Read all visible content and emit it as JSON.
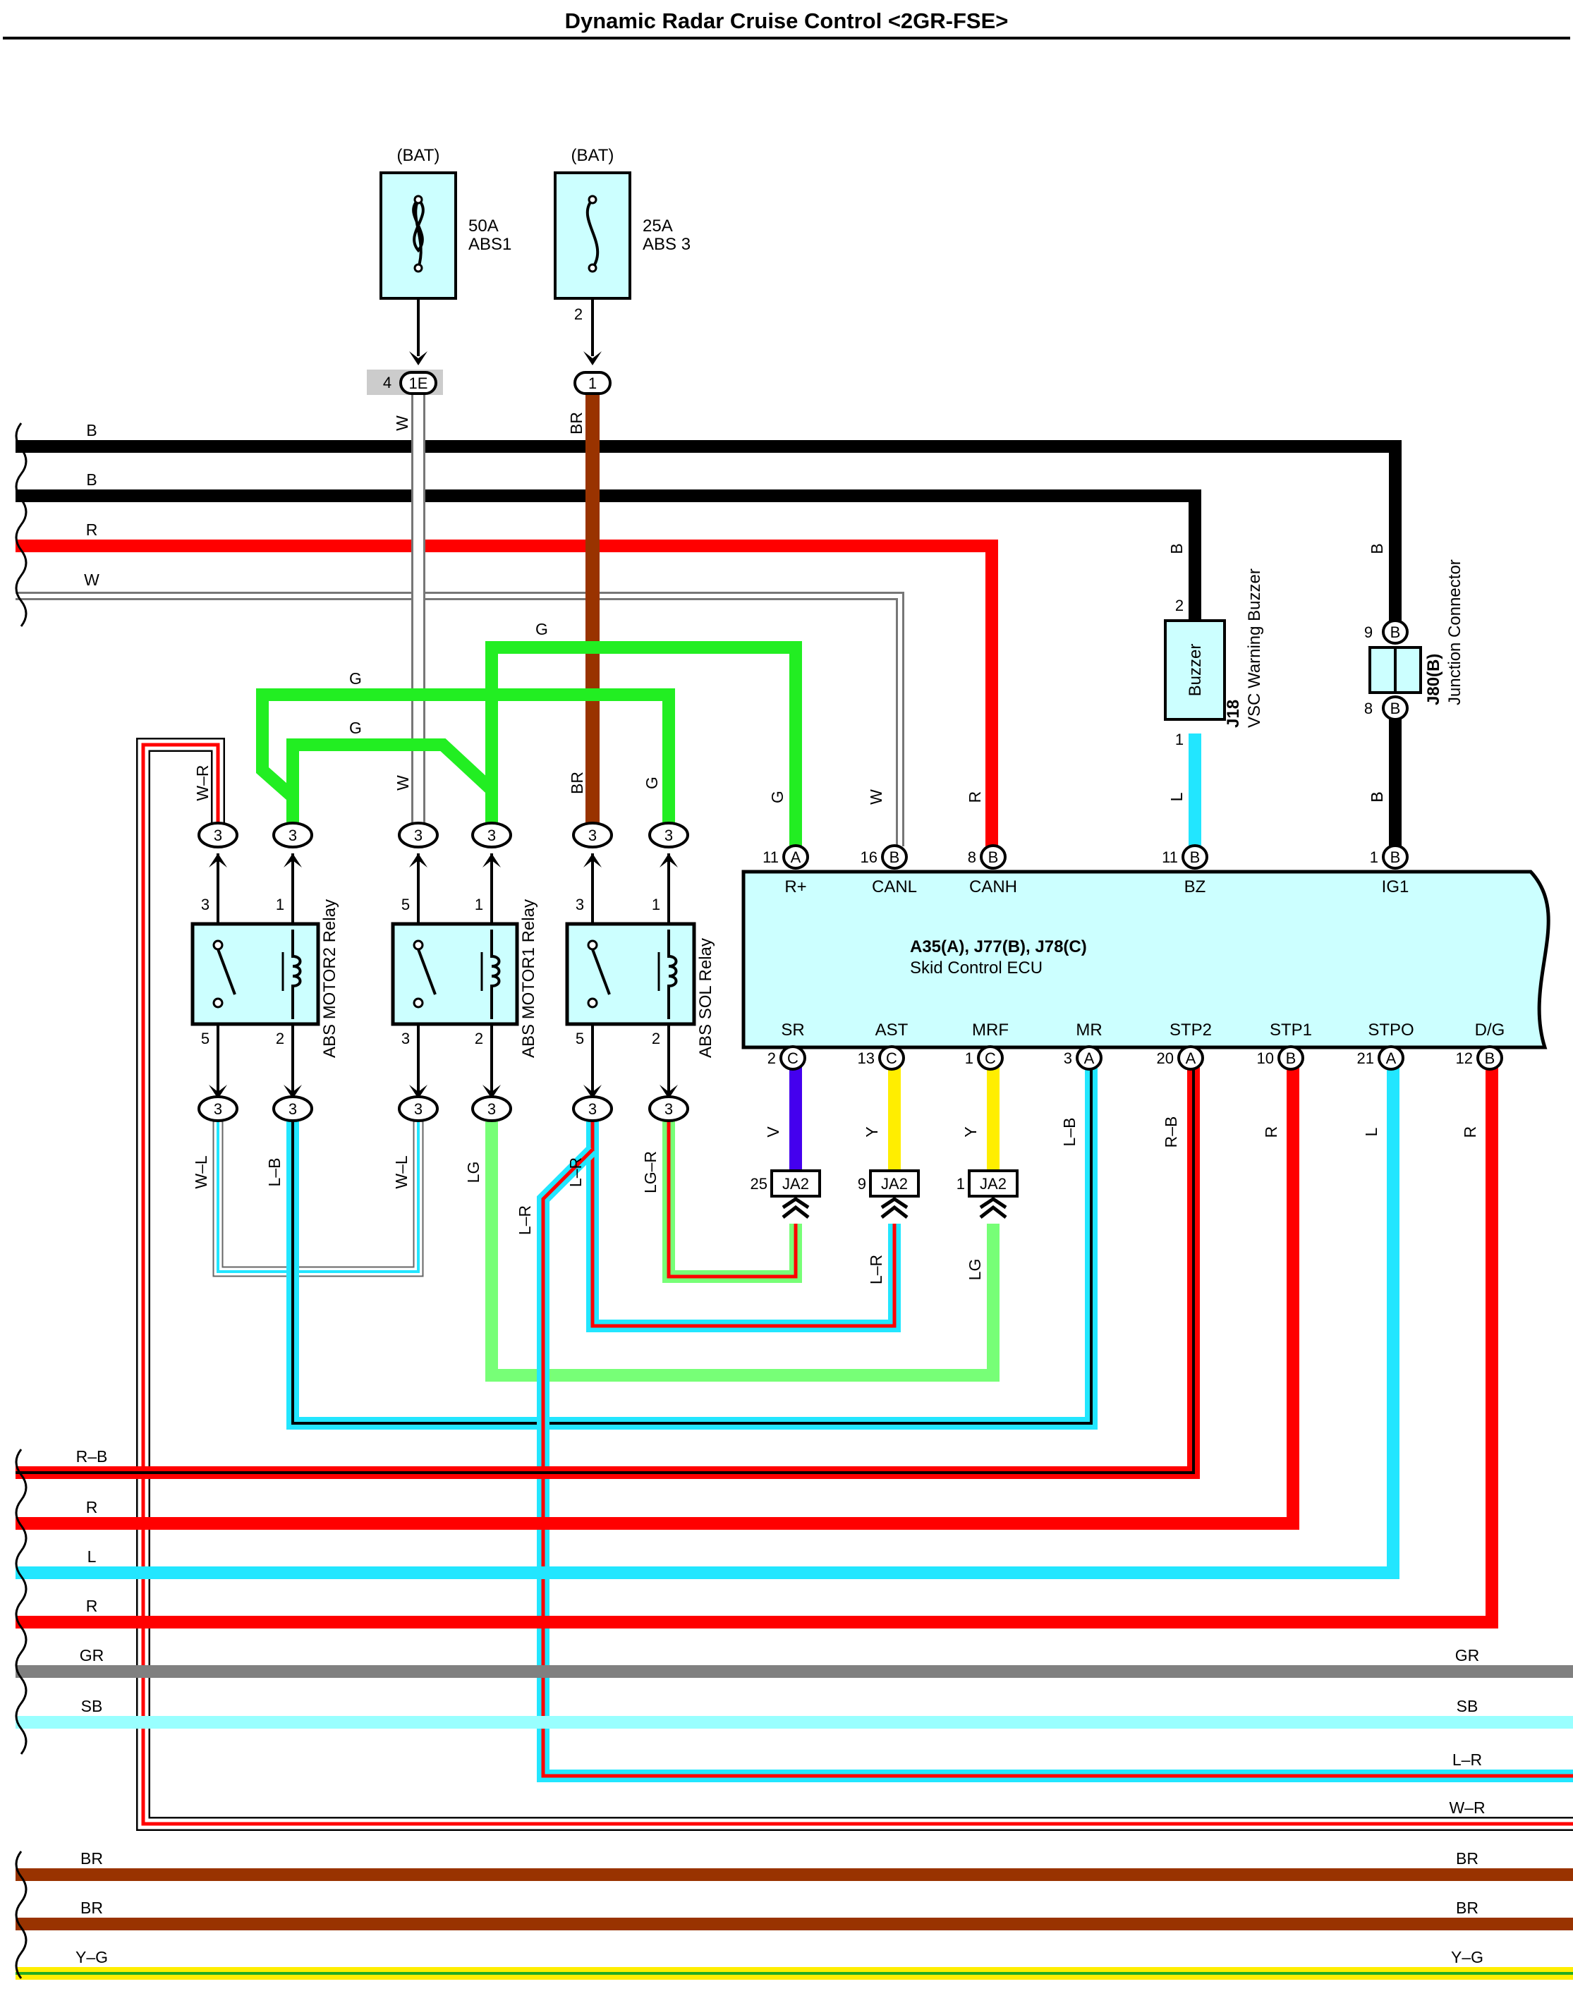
{
  "title": "Dynamic Radar Cruise Control <2GR-FSE>",
  "colors": {
    "B": "#000000",
    "R": "#ff0000",
    "W": "#ffffff",
    "G": "#22ee22",
    "BR": "#993300",
    "L": "#22e6ff",
    "V": "#4400ee",
    "Y": "#ffee00",
    "LG": "#77ff77",
    "GR": "#808080",
    "SB": "#99ffff",
    "YG": "#ffee00",
    "box": "#ccffff"
  },
  "fuses": [
    {
      "source": "(BAT)",
      "rating": "50A",
      "name": "ABS1",
      "pin": "4",
      "connector": "1E"
    },
    {
      "source": "(BAT)",
      "rating": "25A",
      "name": "ABS 3",
      "pin": "2",
      "connector": "1"
    }
  ],
  "left_wire_labels": [
    "B",
    "B",
    "R",
    "W",
    "R–B",
    "R",
    "L",
    "R",
    "GR",
    "SB",
    "BR",
    "BR",
    "Y–G"
  ],
  "right_wire_labels": [
    "GR",
    "SB",
    "L–R",
    "W–R",
    "BR",
    "BR",
    "Y–G"
  ],
  "relays": [
    {
      "name": "ABS MOTOR2 Relay",
      "pins": [
        "3",
        "1",
        "5",
        "2"
      ],
      "top_conn": [
        "3",
        "3"
      ],
      "bottom_conn": [
        "3",
        "3"
      ],
      "top_wires": [
        "W–R",
        ""
      ],
      "bottom_wires": [
        "W–L",
        "L–B"
      ]
    },
    {
      "name": "ABS MOTOR1 Relay",
      "pins": [
        "5",
        "1",
        "3",
        "2"
      ],
      "top_conn": [
        "3",
        "3"
      ],
      "bottom_conn": [
        "3",
        "3"
      ],
      "top_wires": [
        "W",
        ""
      ],
      "bottom_wires": [
        "W–L",
        "LG"
      ]
    },
    {
      "name": "ABS SOL Relay",
      "pins": [
        "3",
        "1",
        "5",
        "2"
      ],
      "top_conn": [
        "3",
        "3"
      ],
      "bottom_conn": [
        "3",
        "3"
      ],
      "top_wires": [
        "BR",
        "G"
      ],
      "bottom_wires": [
        "L–R",
        "LG–R"
      ]
    }
  ],
  "wire_labels": {
    "g1": "G",
    "g2": "G",
    "g3": "G",
    "w_fuse": "W",
    "br_fuse": "BR",
    "l_r_mid": "L–R",
    "l_r_ja2": "L–R",
    "lg_ja2": "LG"
  },
  "ecu": {
    "title": "A35(A), J77(B), J78(C)",
    "name": "Skid Control ECU",
    "top_pins": [
      {
        "wire": "G",
        "num": "11",
        "conn": "A",
        "label": "R+"
      },
      {
        "wire": "W",
        "num": "16",
        "conn": "B",
        "label": "CANL"
      },
      {
        "wire": "R",
        "num": "8",
        "conn": "B",
        "label": "CANH"
      },
      {
        "wire": "L",
        "num": "11",
        "conn": "B",
        "label": "BZ"
      },
      {
        "wire": "B",
        "num": "1",
        "conn": "B",
        "label": "IG1"
      }
    ],
    "bottom_pins": [
      {
        "wire": "V",
        "num": "2",
        "conn": "C",
        "label": "SR"
      },
      {
        "wire": "Y",
        "num": "13",
        "conn": "C",
        "label": "AST"
      },
      {
        "wire": "Y",
        "num": "1",
        "conn": "C",
        "label": "MRF"
      },
      {
        "wire": "L–B",
        "num": "3",
        "conn": "A",
        "label": "MR"
      },
      {
        "wire": "R–B",
        "num": "20",
        "conn": "A",
        "label": "STP2"
      },
      {
        "wire": "R",
        "num": "10",
        "conn": "B",
        "label": "STP1"
      },
      {
        "wire": "L",
        "num": "21",
        "conn": "A",
        "label": "STPO"
      },
      {
        "wire": "R",
        "num": "12",
        "conn": "B",
        "label": "D/G"
      }
    ]
  },
  "ja2": [
    {
      "num": "25",
      "label": "JA2"
    },
    {
      "num": "9",
      "label": "JA2"
    },
    {
      "num": "1",
      "label": "JA2"
    }
  ],
  "buzzer": {
    "code": "J18",
    "name": "VSC Warning Buzzer",
    "body": "Buzzer",
    "pin_top": "2",
    "pin_bottom": "1",
    "wire_top": "B",
    "wire_bottom": "L"
  },
  "junction": {
    "code": "J80(B)",
    "name": "Junction Connector",
    "pin_top": "9",
    "pin_bottom": "8",
    "conn_top": "B",
    "conn_bottom": "B",
    "wire_top": "B",
    "wire_bottom": "B"
  }
}
